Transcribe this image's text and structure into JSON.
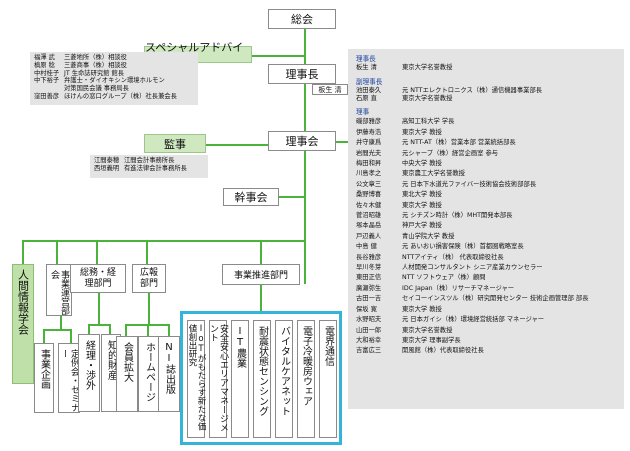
{
  "top": {
    "general_meeting": "総会",
    "chairman": "理事長",
    "chairman_name": "板生 清",
    "board": "理事会",
    "auditor": "監事",
    "executive": "幹事会",
    "special_advisor": "スペシャルアドバイザ"
  },
  "advisors": [
    {
      "name": "福澤 武",
      "desc": "三菱地所（株）相談役"
    },
    {
      "name": "槙原 稔",
      "desc": "三菱商事（株）相談役"
    },
    {
      "name": "中村桂子",
      "desc": "JT 生命誌研究館 館長"
    },
    {
      "name": "中下裕子",
      "desc": "弁護士・ダイオキシン環境ホルモン"
    },
    {
      "name": "",
      "desc": "対策国民会議 事務局長"
    },
    {
      "name": "窪田善彦",
      "desc": "ほけんの窓口グループ（株）社長兼会長"
    }
  ],
  "auditors": [
    {
      "name": "江間泰穂",
      "desc": "江間会計事務所長"
    },
    {
      "name": "西垣義明",
      "desc": "有進法律会計事務所長"
    }
  ],
  "departments": {
    "human_info": "人間情報学会",
    "business_management": "事業運営部会",
    "general_affairs": "総務・経理部門",
    "pr": "広報部門",
    "business_promotion": "事業推進部門"
  },
  "sub_units": [
    "事業企画",
    "定例会・セミナー",
    "経理・渉外",
    "知的財産",
    "会員拡大",
    "ホームページ",
    "NI誌出版"
  ],
  "projects": [
    "IoTがもたらす新たな価値創出研究",
    "安全安心エリアマネージメント",
    "IT農業",
    "耐震状態センシング",
    "バイタルケアネット",
    "電子冷暖房ウェア",
    "電界通信"
  ],
  "directors": {
    "chair_label": "理事長",
    "chair": [
      {
        "name": "板生 清",
        "desc": "東京大学名誉教授"
      }
    ],
    "vice_label": "副理事長",
    "vice": [
      {
        "name": "池田泰久",
        "desc": "元 NTTエレクトロニクス（株）通信機器事業部長"
      },
      {
        "name": "石原 直",
        "desc": "東京大学名誉教授"
      }
    ],
    "member_label": "理事",
    "members": [
      {
        "name": "磯部雅彦",
        "desc": "高知工科大学 学長"
      },
      {
        "name": "伊藤寿浩",
        "desc": "東京大学 教授"
      },
      {
        "name": "井守康爲",
        "desc": "元 NTT-AT（株）営業本部 営業統括部長"
      },
      {
        "name": "岩間光夫",
        "desc": "元シャープ（株）経営企画室 参与"
      },
      {
        "name": "梅田和昇",
        "desc": "中央大学 教授"
      },
      {
        "name": "川島孝之",
        "desc": "東京農工大学名誉教授"
      },
      {
        "name": "公文章三",
        "desc": "元 日本下水道光ファイバー技術協会技術部部長"
      },
      {
        "name": "桑野博喜",
        "desc": "東北大学 教授"
      },
      {
        "name": "佐々木健",
        "desc": "東京大学 教授"
      },
      {
        "name": "菅沼昭雄",
        "desc": "元 シチズン時計（株）MHT開発本部長"
      },
      {
        "name": "塚本晶岳",
        "desc": "神戸大学 教授"
      },
      {
        "name": "戸辺義人",
        "desc": "青山学院大学 教授"
      },
      {
        "name": "中島 健",
        "desc": "元 あいおい損害保険（株）首都圏戦略室長"
      },
      {
        "name": "長谷雅彦",
        "desc": "NTTアイティ（株） 代表取締役社長"
      },
      {
        "name": "早川冬芽",
        "desc": "人材開発コンサルタント シニア産業カウンセラー"
      },
      {
        "name": "東田正信",
        "desc": "NTT ソフトウェア（株）顧問"
      },
      {
        "name": "廣瀬弥生",
        "desc": "IDC Japan（株）リサーチマネージャー"
      },
      {
        "name": "古田一吉",
        "desc": "セイコーインスツル（株）研究開発センター 技術企画管理部 部長"
      },
      {
        "name": "保坂 寛",
        "desc": "東京大学 教授"
      },
      {
        "name": "水野昭夫",
        "desc": "元 日本ガイシ（株）環境経営統括部 マネージャー"
      },
      {
        "name": "山田一郎",
        "desc": "東京大学名誉教授"
      },
      {
        "name": "大和裕幸",
        "desc": "東京大学 理事副学長"
      },
      {
        "name": "吉富広三",
        "desc": "開風館（株）代表取締役社長"
      }
    ]
  }
}
